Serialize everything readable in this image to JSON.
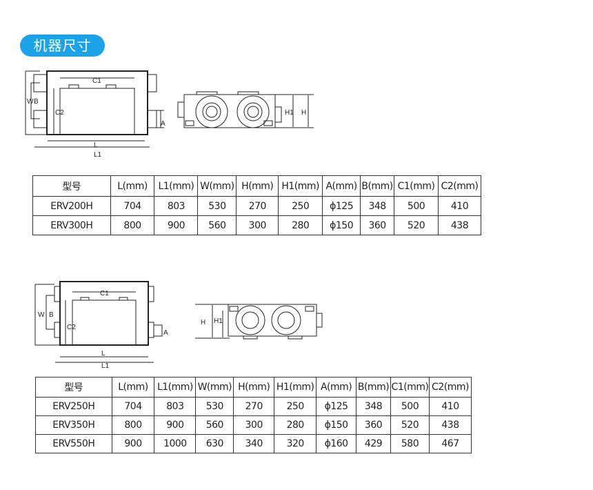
{
  "section_title": "机器尺寸",
  "diagram_labels": {
    "C1": "C1",
    "C2": "C2",
    "W": "W",
    "B": "B",
    "A": "A",
    "L": "L",
    "L1": "L1",
    "H": "H",
    "H1": "H1"
  },
  "table1": {
    "headers": [
      "型号",
      "L(mm)",
      "L1(mm)",
      "W(mm)",
      "H(mm)",
      "H1(mm)",
      "A(mm)",
      "B(mm)",
      "C1(mm)",
      "C2(mm)"
    ],
    "rows": [
      [
        "ERV200H",
        "704",
        "803",
        "530",
        "270",
        "250",
        "ϕ125",
        "348",
        "500",
        "410"
      ],
      [
        "ERV300H",
        "800",
        "900",
        "560",
        "300",
        "280",
        "ϕ150",
        "360",
        "520",
        "438"
      ]
    ]
  },
  "table2": {
    "headers": [
      "型号",
      "L(mm)",
      "L1(mm)",
      "W(mm)",
      "H(mm)",
      "H1(mm)",
      "A(mm)",
      "B(mm)",
      "C1(mm)",
      "C2(mm)"
    ],
    "rows": [
      [
        "ERV250H",
        "704",
        "803",
        "530",
        "270",
        "250",
        "ϕ125",
        "348",
        "500",
        "410"
      ],
      [
        "ERV350H",
        "800",
        "900",
        "560",
        "300",
        "280",
        "ϕ150",
        "360",
        "520",
        "438"
      ],
      [
        "ERV550H",
        "900",
        "1000",
        "630",
        "340",
        "320",
        "ϕ160",
        "429",
        "580",
        "467"
      ]
    ]
  }
}
